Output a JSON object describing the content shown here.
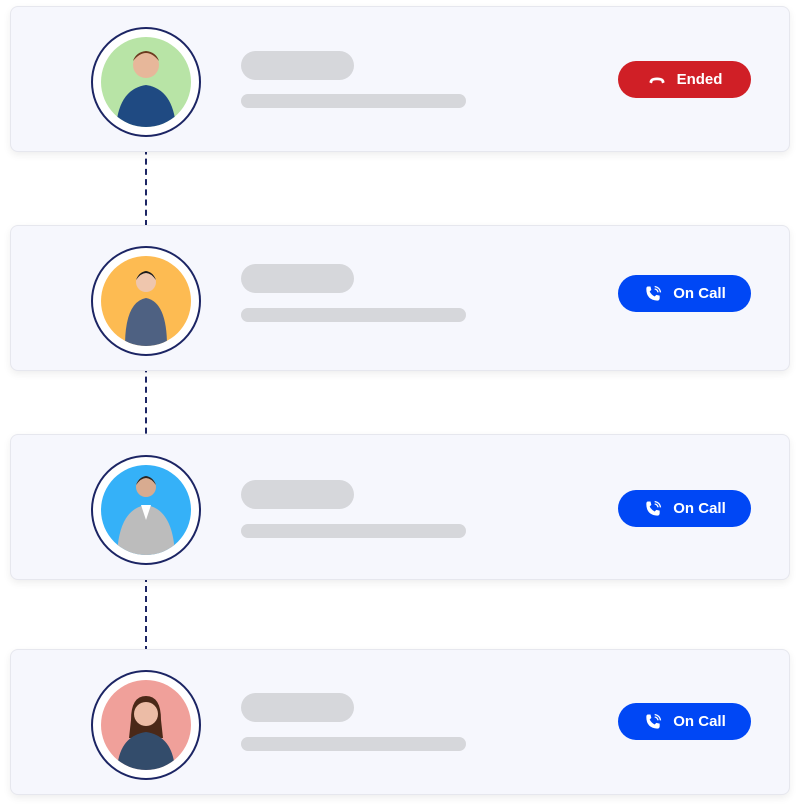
{
  "calls": [
    {
      "status": "Ended",
      "status_icon": "phone-hangup-icon",
      "status_color": "#d01f26",
      "avatar_bg": "#b8e4a6",
      "shirt": "#1f4a82",
      "skin": "#e7b79a",
      "hair": "#6b3a1e"
    },
    {
      "status": "On Call",
      "status_icon": "phone-ringing-icon",
      "status_color": "#0047f5",
      "avatar_bg": "#fdbb52",
      "shirt": "#4e6182",
      "skin": "#efc6ad",
      "hair": "#1a1a1a"
    },
    {
      "status": "On Call",
      "status_icon": "phone-ringing-icon",
      "status_color": "#0047f5",
      "avatar_bg": "#35b1f8",
      "shirt": "#bcbcbc",
      "skin": "#d8ab90",
      "hair": "#2a2522"
    },
    {
      "status": "On Call",
      "status_icon": "phone-ringing-icon",
      "status_color": "#0047f5",
      "avatar_bg": "#f0a09a",
      "shirt": "#334c6b",
      "skin": "#ecbca6",
      "hair": "#4a2818"
    }
  ],
  "colors": {
    "ring": "#1c2564",
    "placeholder": "#d6d7db",
    "card_bg": "#f6f7fd"
  }
}
